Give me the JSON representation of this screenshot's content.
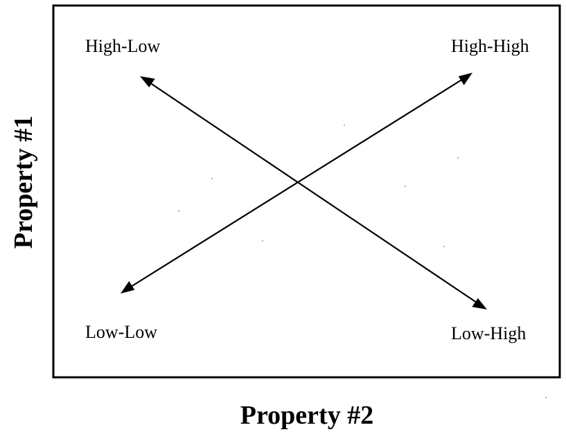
{
  "diagram": {
    "quadrants": {
      "top_left": "High-Low",
      "top_right": "High-High",
      "bottom_left": "Low-Low",
      "bottom_right": "Low-High"
    },
    "axes": {
      "x_label": "Property #2",
      "y_label": "Property #1"
    },
    "colors": {
      "ink": "#000000",
      "background": "#ffffff"
    }
  }
}
